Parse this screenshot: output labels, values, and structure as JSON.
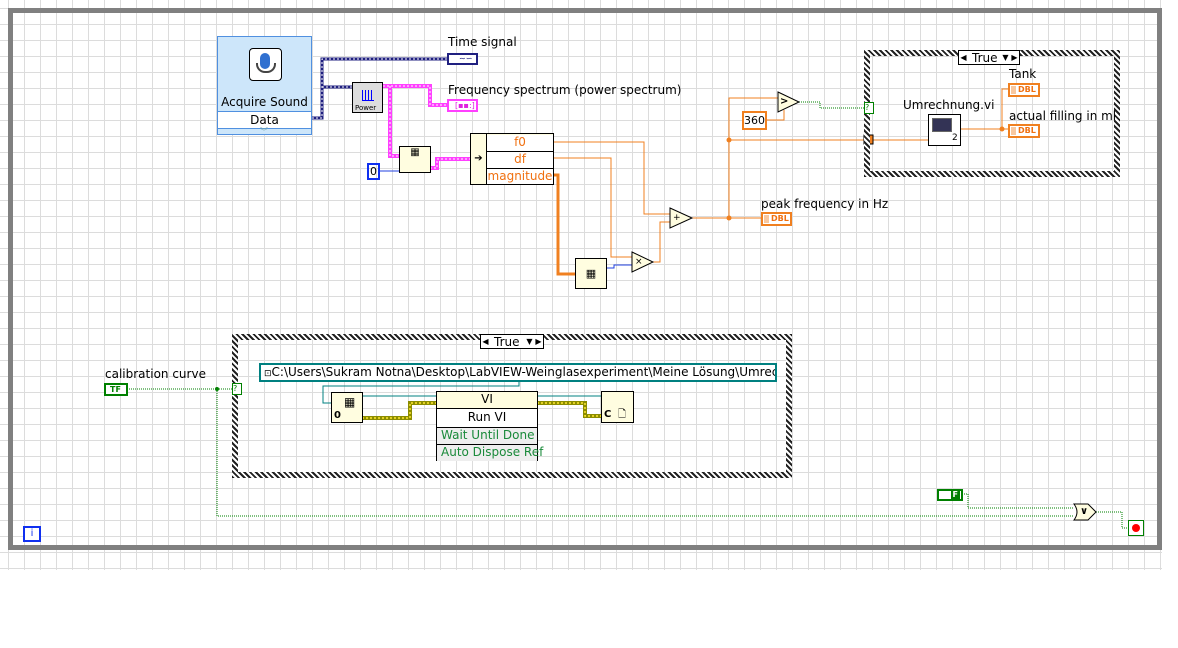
{
  "acquire_sound": {
    "title": "Acquire Sound",
    "output": "Data",
    "icon": "microphone-icon"
  },
  "indicators": {
    "time_signal": "Time signal",
    "frequency_spectrum": "Frequency spectrum (power spectrum)",
    "peak_frequency": "peak frequency in Hz",
    "tank": "Tank",
    "actual_filling": "actual filling in ml",
    "dbl": "DBL"
  },
  "power_node": {
    "label": "Power"
  },
  "constants": {
    "zero": "0",
    "threshold": "360",
    "false_const": "F",
    "index_zero": "0"
  },
  "unbundle": {
    "fields": [
      "f0",
      "df",
      "magnitude"
    ]
  },
  "operators": {
    "greater": ">",
    "add": "+",
    "multiply": "×",
    "or": "∨"
  },
  "case_top": {
    "selector": "True",
    "subvi_label": "Umrechnung.vi",
    "subvi_badge": "2"
  },
  "case_bottom": {
    "selector": "True",
    "path": "C:\\Users\\Sukram Notna\\Desktop\\LabVIEW-Weinglasexperiment\\Meine Lösung\\Umrechnung.vi",
    "invoke": {
      "class": "VI",
      "method": "Run VI",
      "params": [
        "Wait Until Done",
        "Auto Dispose Ref"
      ]
    },
    "close_label": "C"
  },
  "calibration": {
    "label": "calibration curve",
    "value": "TF"
  },
  "info": "i",
  "colors": {
    "loop": "#808080",
    "double": "#f08020",
    "boolean": "#008000",
    "cluster": "#ff40ff",
    "waveform": "#202080",
    "refnum": "#008080"
  }
}
